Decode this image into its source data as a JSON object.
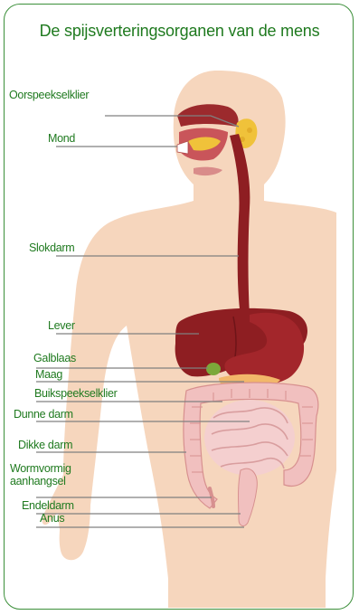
{
  "title": "De spijsverteringsorganen van de mens",
  "colors": {
    "frame": "#3c8f3a",
    "label_text": "#1f7a1f",
    "skin": "#f6d6bd",
    "organ_dark": "#8e1e22",
    "intestine": "#f1c0bf",
    "gallbladder": "#7ca83a",
    "salivary_gland": "#f0c23a"
  },
  "labels": {
    "oorspeekselklier": "Oorspeekselklier",
    "mond": "Mond",
    "slokdarm": "Slokdarm",
    "lever": "Lever",
    "galblaas": "Galblaas",
    "maag": "Maag",
    "buikspeekselklier": "Buikspeekselklier",
    "dunne_darm": "Dunne darm",
    "dikke_darm": "Dikke darm",
    "wormvormig_1": "Wormvormig",
    "wormvormig_2": "aanhangsel",
    "endeldarm": "Endeldarm",
    "anus": "Anus"
  }
}
